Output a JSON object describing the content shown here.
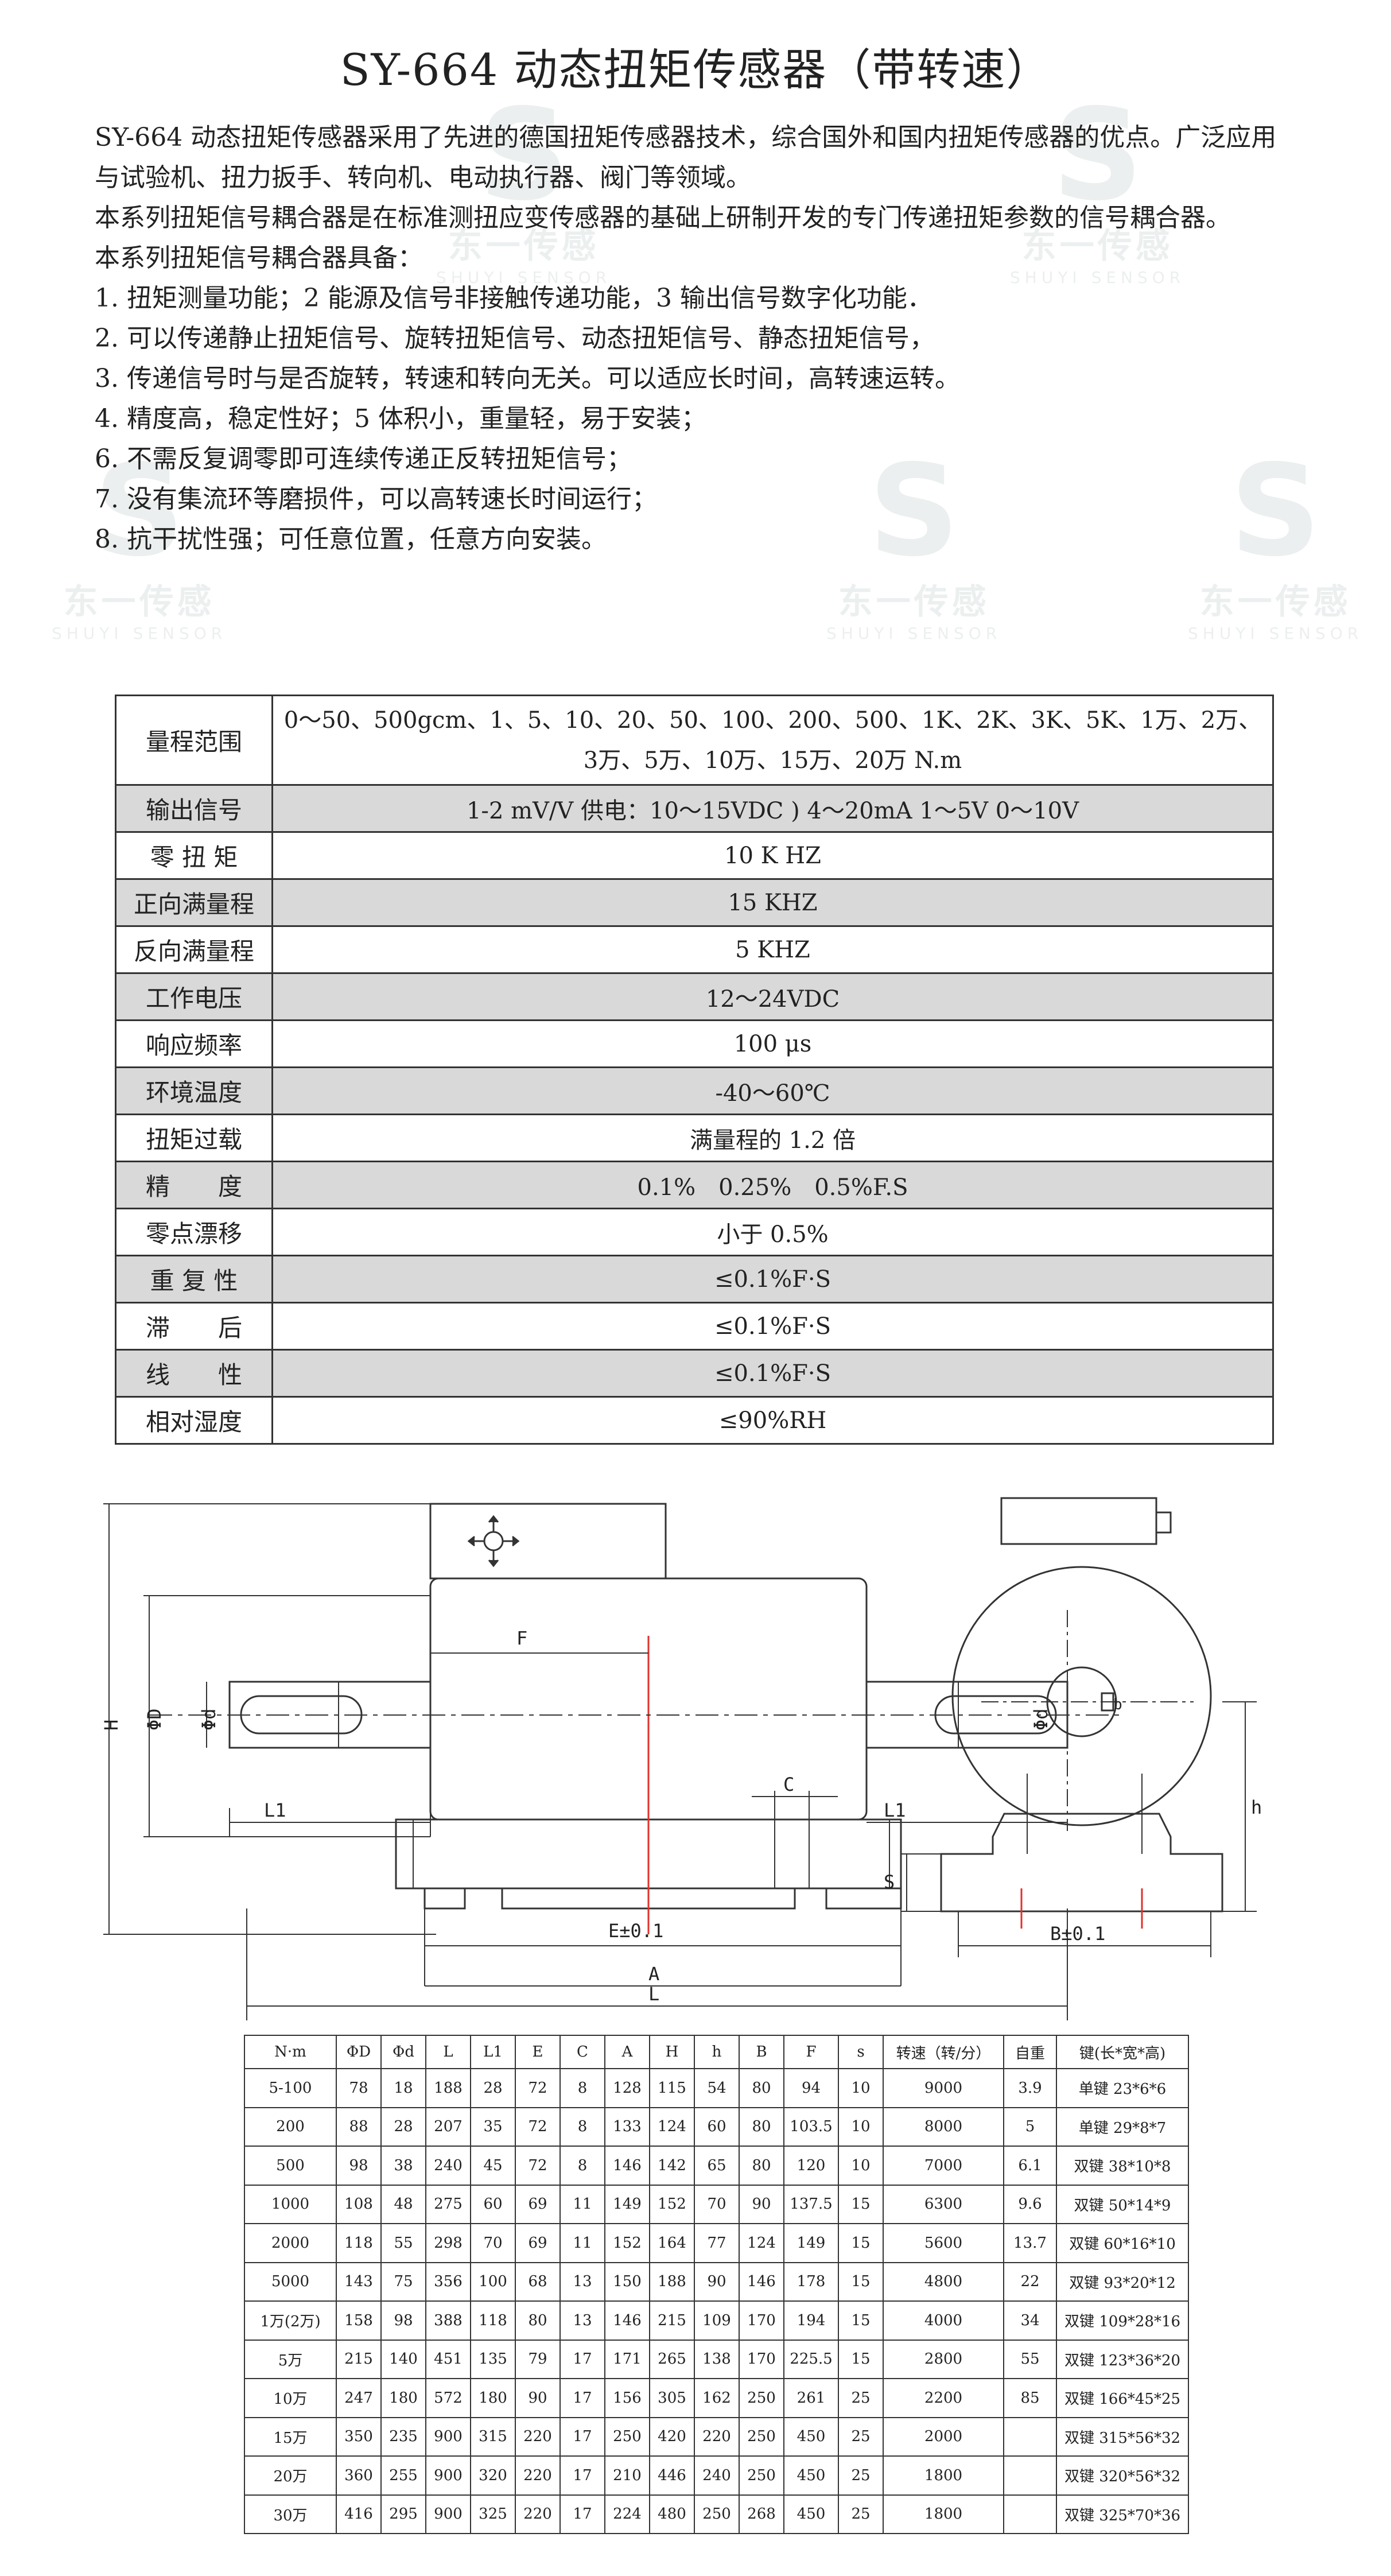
{
  "title": "SY-664 动态扭矩传感器（带转速）",
  "intro": [
    "SY-664 动态扭矩传感器采用了先进的德国扭矩传感器技术，综合国外和国内扭矩传感器的优点。广泛应用与试验机、扭力扳手、转向机、电动执行器、阀门等领域。",
    "本系列扭矩信号耦合器是在标准测扭应变传感器的基础上研制开发的专门传递扭矩参数的信号耦合器。",
    "本系列扭矩信号耦合器具备：",
    "1. 扭矩测量功能；2 能源及信号非接触传递功能，3 输出信号数字化功能．",
    "2. 可以传递静止扭矩信号、旋转扭矩信号、动态扭矩信号、静态扭矩信号，",
    "3. 传递信号时与是否旋转，转速和转向无关。可以适应长时间，高转速运转。",
    "4. 精度高，稳定性好；5 体积小，重量轻，易于安装；",
    "6. 不需反复调零即可连续传递正反转扭矩信号；",
    "7. 没有集流环等磨损件，可以高转速长时间运行；",
    "8. 抗干扰性强；可任意位置，任意方向安装。"
  ],
  "watermark": {
    "brand": "东一传感",
    "sub": "SHUYI SENSOR"
  },
  "spec_table": [
    {
      "label": "量程范围",
      "value": "0～50、500gcm、1、5、10、20、50、100、200、500、1K、2K、3K、5K、1万、2万、3万、5万、10万、15万、20万 N.m"
    },
    {
      "label": "输出信号",
      "value": "1-2 mV/V 供电：10～15VDC ) 4～20mA 1～5V 0～10V"
    },
    {
      "label": "零 扭 矩",
      "value": "10 K HZ"
    },
    {
      "label": "正向满量程",
      "value": "15 KHZ"
    },
    {
      "label": "反向满量程",
      "value": "5 KHZ"
    },
    {
      "label": "工作电压",
      "value": "12～24VDC"
    },
    {
      "label": "响应频率",
      "value": "100 μs"
    },
    {
      "label": "环境温度",
      "value": "-40～60℃"
    },
    {
      "label": "扭矩过载",
      "value": "满量程的 1.2 倍"
    },
    {
      "label": "精　　度",
      "value": "0.1%　0.25%　0.5%F.S"
    },
    {
      "label": "零点漂移",
      "value": "小于 0.5%"
    },
    {
      "label": "重 复 性",
      "value": "≤0.1%F·S"
    },
    {
      "label": "滞　　后",
      "value": "≤0.1%F·S"
    },
    {
      "label": "线　　性",
      "value": "≤0.1%F·S"
    },
    {
      "label": "相对湿度",
      "value": "≤90%RH"
    }
  ],
  "drawing_labels": {
    "H": "H",
    "phiD": "ΦD",
    "phid": "Φd",
    "F": "F",
    "L1": "L1",
    "C": "C",
    "E": "E±0.1",
    "A": "A",
    "L": "L",
    "b": "b",
    "h": "h",
    "S": "S",
    "B": "B±0.1"
  },
  "dim_table": {
    "headers": [
      "N·m",
      "ΦD",
      "Φd",
      "L",
      "L1",
      "E",
      "C",
      "A",
      "H",
      "h",
      "B",
      "F",
      "s",
      "转速（转/分）",
      "自重",
      "键(长*宽*高)"
    ],
    "rows": [
      [
        "5-100",
        "78",
        "18",
        "188",
        "28",
        "72",
        "8",
        "128",
        "115",
        "54",
        "80",
        "94",
        "10",
        "9000",
        "3.9",
        "单键 23*6*6"
      ],
      [
        "200",
        "88",
        "28",
        "207",
        "35",
        "72",
        "8",
        "133",
        "124",
        "60",
        "80",
        "103.5",
        "10",
        "8000",
        "5",
        "单键 29*8*7"
      ],
      [
        "500",
        "98",
        "38",
        "240",
        "45",
        "72",
        "8",
        "146",
        "142",
        "65",
        "80",
        "120",
        "10",
        "7000",
        "6.1",
        "双键 38*10*8"
      ],
      [
        "1000",
        "108",
        "48",
        "275",
        "60",
        "69",
        "11",
        "149",
        "152",
        "70",
        "90",
        "137.5",
        "15",
        "6300",
        "9.6",
        "双键 50*14*9"
      ],
      [
        "2000",
        "118",
        "55",
        "298",
        "70",
        "69",
        "11",
        "152",
        "164",
        "77",
        "124",
        "149",
        "15",
        "5600",
        "13.7",
        "双键 60*16*10"
      ],
      [
        "5000",
        "143",
        "75",
        "356",
        "100",
        "68",
        "13",
        "150",
        "188",
        "90",
        "146",
        "178",
        "15",
        "4800",
        "22",
        "双键 93*20*12"
      ],
      [
        "1万(2万)",
        "158",
        "98",
        "388",
        "118",
        "80",
        "13",
        "146",
        "215",
        "109",
        "170",
        "194",
        "15",
        "4000",
        "34",
        "双键 109*28*16"
      ],
      [
        "5万",
        "215",
        "140",
        "451",
        "135",
        "79",
        "17",
        "171",
        "265",
        "138",
        "170",
        "225.5",
        "15",
        "2800",
        "55",
        "双键 123*36*20"
      ],
      [
        "10万",
        "247",
        "180",
        "572",
        "180",
        "90",
        "17",
        "156",
        "305",
        "162",
        "250",
        "261",
        "25",
        "2200",
        "85",
        "双键 166*45*25"
      ],
      [
        "15万",
        "350",
        "235",
        "900",
        "315",
        "220",
        "17",
        "250",
        "420",
        "220",
        "250",
        "450",
        "25",
        "2000",
        "",
        "双键 315*56*32"
      ],
      [
        "20万",
        "360",
        "255",
        "900",
        "320",
        "220",
        "17",
        "210",
        "446",
        "240",
        "250",
        "450",
        "25",
        "1800",
        "",
        "双键 320*56*32"
      ],
      [
        "30万",
        "416",
        "295",
        "900",
        "325",
        "220",
        "17",
        "224",
        "480",
        "250",
        "268",
        "450",
        "25",
        "1800",
        "",
        "双键 325*70*36"
      ]
    ]
  }
}
